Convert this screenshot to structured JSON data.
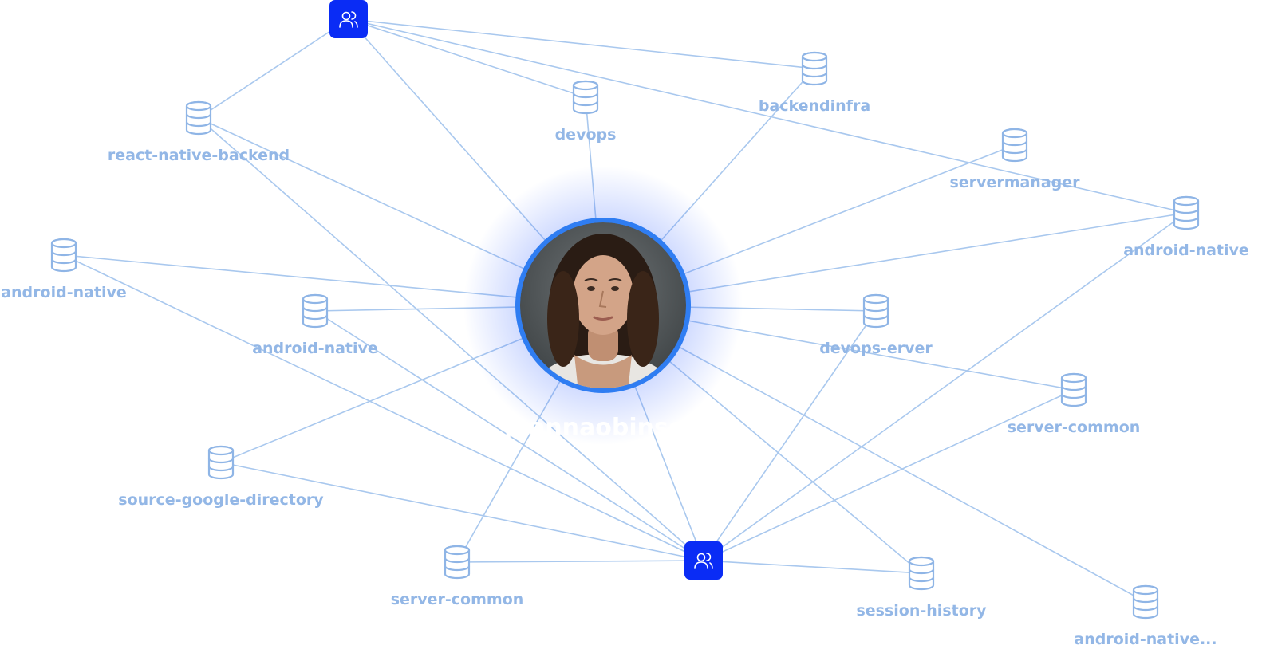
{
  "center": {
    "username": "joannaobinson"
  },
  "teams": [
    {
      "id": "t1",
      "icon": "users-icon"
    },
    {
      "id": "t2",
      "icon": "users-icon"
    }
  ],
  "repos": [
    {
      "id": "r1",
      "label": "react-native-backend",
      "icon": "database-icon"
    },
    {
      "id": "r2",
      "label": "devops",
      "icon": "database-icon"
    },
    {
      "id": "r3",
      "label": "backendinfra",
      "icon": "database-icon"
    },
    {
      "id": "r4",
      "label": "servermanager",
      "icon": "database-icon"
    },
    {
      "id": "r5",
      "label": "android-native",
      "icon": "database-icon"
    },
    {
      "id": "r6",
      "label": "android-native",
      "icon": "database-icon"
    },
    {
      "id": "r7",
      "label": "android-native",
      "icon": "database-icon"
    },
    {
      "id": "r8",
      "label": "devops-erver",
      "icon": "database-icon"
    },
    {
      "id": "r9",
      "label": "server-common",
      "icon": "database-icon"
    },
    {
      "id": "r10",
      "label": "source-google-directory",
      "icon": "database-icon"
    },
    {
      "id": "r11",
      "label": "server-common",
      "icon": "database-icon"
    },
    {
      "id": "r12",
      "label": "session-history",
      "icon": "database-icon"
    },
    {
      "id": "r13",
      "label": "android-native...",
      "icon": "database-icon"
    }
  ],
  "edges": [
    [
      "t1",
      "r1"
    ],
    [
      "t1",
      "r2"
    ],
    [
      "t1",
      "r3"
    ],
    [
      "t1",
      "r7"
    ],
    [
      "t1",
      "center"
    ],
    [
      "r1",
      "center"
    ],
    [
      "r1",
      "t2"
    ],
    [
      "r2",
      "center"
    ],
    [
      "r3",
      "center"
    ],
    [
      "r4",
      "center"
    ],
    [
      "r5",
      "center"
    ],
    [
      "r6",
      "center"
    ],
    [
      "r6",
      "t2"
    ],
    [
      "r7",
      "center"
    ],
    [
      "r7",
      "t2"
    ],
    [
      "r8",
      "center"
    ],
    [
      "r8",
      "t2"
    ],
    [
      "r9",
      "center"
    ],
    [
      "r9",
      "t2"
    ],
    [
      "r10",
      "center"
    ],
    [
      "r10",
      "t2"
    ],
    [
      "r11",
      "center"
    ],
    [
      "r11",
      "t2"
    ],
    [
      "r12",
      "t2"
    ],
    [
      "r12",
      "center"
    ],
    [
      "r13",
      "center"
    ],
    [
      "r5",
      "t2"
    ],
    [
      "center",
      "t2"
    ]
  ],
  "colors": {
    "team": "#0a2cf5",
    "ring": "#2f7df2",
    "glow": "#3f6bff",
    "edge": "#a9c8ee",
    "label": "#93b7e6"
  }
}
